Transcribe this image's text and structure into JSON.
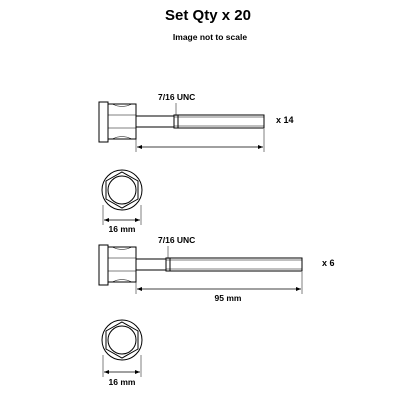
{
  "header": {
    "title": "Set Qty x 20",
    "note": "Image not to scale"
  },
  "bolts": [
    {
      "thread": "7/16 UNC",
      "quantity": "x 14",
      "length": "",
      "head_width": "16 mm"
    },
    {
      "thread": "7/16 UNC",
      "quantity": "x 6",
      "length": "95 mm",
      "head_width": "16 mm"
    }
  ]
}
